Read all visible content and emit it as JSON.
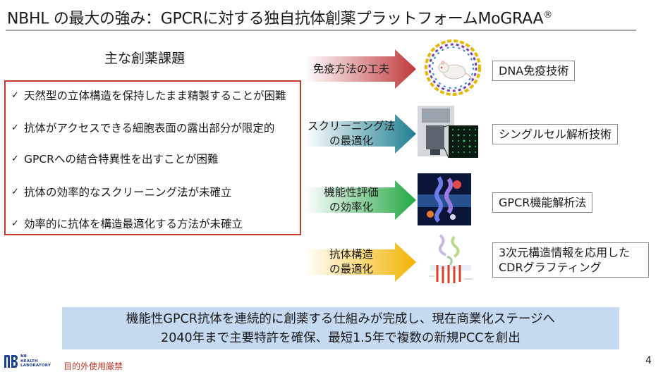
{
  "slide": {
    "title": "NBHL の最大の強み：GPCRに対する独自抗体創薬プラットフォームMoGRAA",
    "title_mark": "®",
    "subheading": "主な創薬課題",
    "issues": [
      "天然型の立体構造を保持したまま精製することが困難",
      "抗体がアクセスできる細胞表面の露出部分が限定的",
      "GPCRへの結合特異性を出すことが困難",
      "抗体の効率的なスクリーニング法が未確立",
      "効率的に抗体を構造最適化する方法が未確立"
    ],
    "solutions": [
      {
        "label": "免疫方法の工夫",
        "tech": "DNA免疫技術",
        "color": "#c0393b",
        "icon": "mouse-dna-icon"
      },
      {
        "label": "スクリーニング法\nの最適化",
        "tech": "シングルセル解析技術",
        "color": "#1f7f93",
        "icon": "microscope-icon"
      },
      {
        "label": "機能性評価\nの効率化",
        "tech": "GPCR機能解析法",
        "color": "#22a844",
        "icon": "gpcr-structure-icon"
      },
      {
        "label": "抗体構造\nの最適化",
        "tech": "3次元構造情報を応用した\nCDRグラフティング",
        "color": "#f2b400",
        "icon": "antibody-structure-icon"
      }
    ],
    "summary": [
      "機能性GPCR抗体を連続的に創薬する仕組みが完成し、現在商業化ステージへ",
      "2040年まで主要特許を確保、最短1.5年で複数の新規PCCを創出"
    ],
    "footer": {
      "logo_lines": [
        "NB",
        "HEALTH",
        "LABORATORY"
      ],
      "confidential": "目的外使用厳禁",
      "page": "4"
    }
  }
}
